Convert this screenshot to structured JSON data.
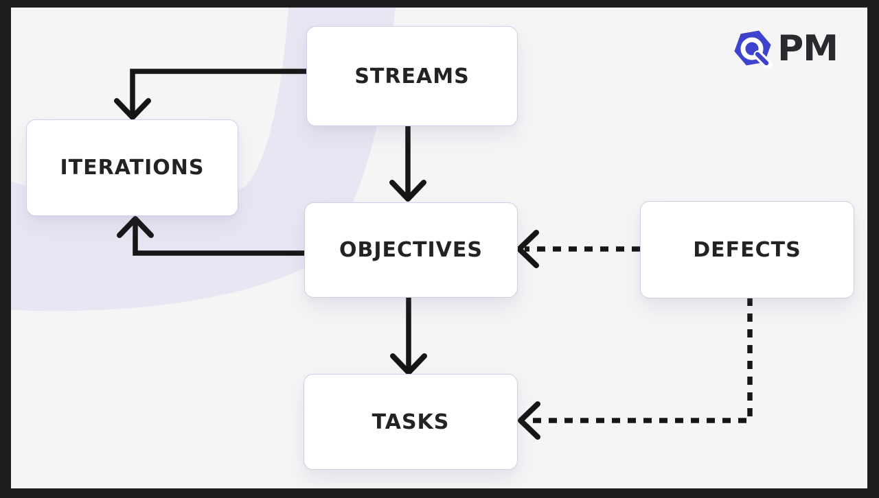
{
  "page": {
    "background_color": "#f5f5f6",
    "frame_color": "#1e1e20",
    "decor_blob_color": "#e7e7f3",
    "line_color": "#161616"
  },
  "logo": {
    "text": "PM",
    "hexagon_color": "#3d43cc",
    "text_color": "#2a2a2e"
  },
  "diagram": {
    "nodes": [
      {
        "id": "streams",
        "label": "STREAMS"
      },
      {
        "id": "iterations",
        "label": "ITERATIONS"
      },
      {
        "id": "objectives",
        "label": "OBJECTIVES"
      },
      {
        "id": "defects",
        "label": "DEFECTS"
      },
      {
        "id": "tasks",
        "label": "TASKS"
      }
    ],
    "edges": [
      {
        "from": "STREAMS",
        "to": "ITERATIONS",
        "style": "solid",
        "arrowhead": "open-chevron"
      },
      {
        "from": "STREAMS",
        "to": "OBJECTIVES",
        "style": "solid",
        "arrowhead": "open-chevron"
      },
      {
        "from": "OBJECTIVES",
        "to": "ITERATIONS",
        "style": "solid",
        "arrowhead": "open-chevron"
      },
      {
        "from": "OBJECTIVES",
        "to": "TASKS",
        "style": "solid",
        "arrowhead": "open-chevron"
      },
      {
        "from": "DEFECTS",
        "to": "OBJECTIVES",
        "style": "dashed",
        "arrowhead": "open-chevron"
      },
      {
        "from": "DEFECTS",
        "to": "TASKS",
        "style": "dashed",
        "arrowhead": "open-chevron"
      }
    ]
  }
}
